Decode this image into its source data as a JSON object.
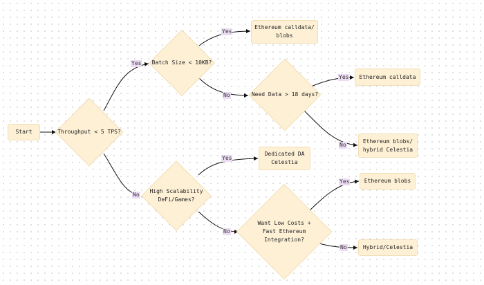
{
  "nodes": {
    "start": "Start",
    "throughput": "Throughput < 5 TPS?",
    "batch_size": "Batch Size < 10KB?",
    "calldata_blobs": "Ethereum calldata/\nblobs",
    "need_data": "Need Data > 18 days?",
    "eth_calldata": "Ethereum calldata",
    "eth_blobs_hybrid": "Ethereum blobs/\nhybrid Celestia",
    "high_scalability": "High Scalability\nDeFi/Games?",
    "dedicated_da": "Dedicated DA\nCelestia",
    "low_costs": "Want Low Costs +\nFast Ethereum\nIntegration?",
    "eth_blobs": "Ethereum blobs",
    "hybrid_celestia": "Hybrid/Celestia"
  },
  "edge_labels": {
    "throughput_yes": "Yes",
    "throughput_no": "No",
    "batch_yes": "Yes",
    "batch_no": "No",
    "need_yes": "Yes",
    "need_no": "No",
    "scal_yes": "Yes",
    "scal_no": "No",
    "low_yes": "Yes",
    "low_no": "No"
  }
}
